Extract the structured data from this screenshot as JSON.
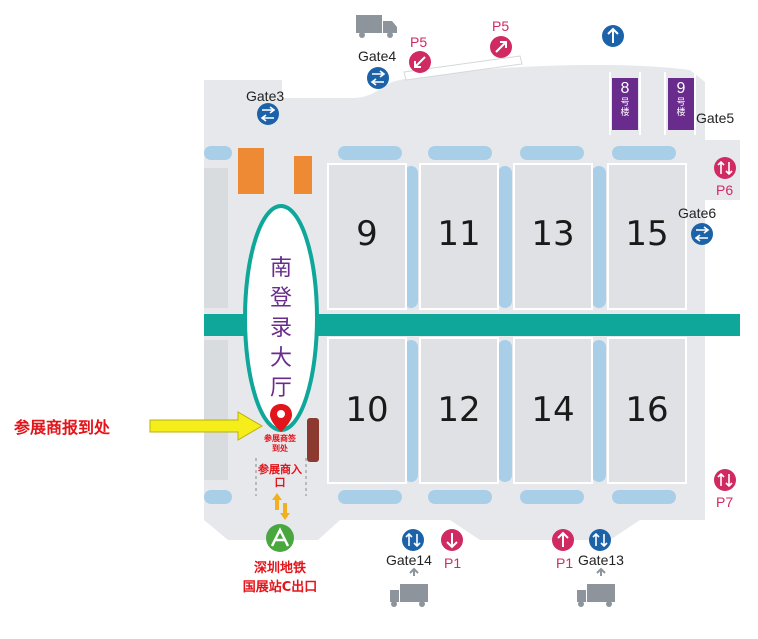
{
  "halls_north": [
    "9",
    "11",
    "13",
    "15"
  ],
  "halls_south": [
    "10",
    "12",
    "14",
    "16"
  ],
  "buildings": [
    {
      "number": "8",
      "suffix": "号楼"
    },
    {
      "number": "9",
      "suffix": "号楼"
    }
  ],
  "lobby": {
    "name": "南登录大厅"
  },
  "exhibitor": {
    "callout": "参展商报到处",
    "checkin_pin_label": "参展商签到处",
    "entrance_label": "参展商入口"
  },
  "metro": {
    "line1": "深圳地铁",
    "line2": "国展站C出口"
  },
  "gates": {
    "gate3": "Gate3",
    "gate4": "Gate4",
    "gate5": "Gate5",
    "gate6": "Gate6",
    "gate13": "Gate13",
    "gate14": "Gate14"
  },
  "parking": {
    "p5_left": "P5",
    "p5_right": "P5",
    "p6": "P6",
    "p7": "P7",
    "p1_left": "P1",
    "p1_right": "P1"
  },
  "colors": {
    "road": "#e6e8ec",
    "hall": "#dfe1e4",
    "water": "#a9cfe8",
    "teal": "#0fa79a",
    "purple": "#6a2c8c",
    "orange": "#ef8a34",
    "brown": "#8c3a30",
    "gate_blue": "#1c62a8",
    "parking_pink": "#d02a63",
    "callout_red": "#e4141b",
    "arrow_yellow": "#f5ee1a",
    "metro_green": "#4aa63f"
  },
  "icons": [
    "truck-icon",
    "gate-icon",
    "parking-arrow-icon",
    "location-pin-icon",
    "metro-icon",
    "exit-arrows-icon"
  ]
}
